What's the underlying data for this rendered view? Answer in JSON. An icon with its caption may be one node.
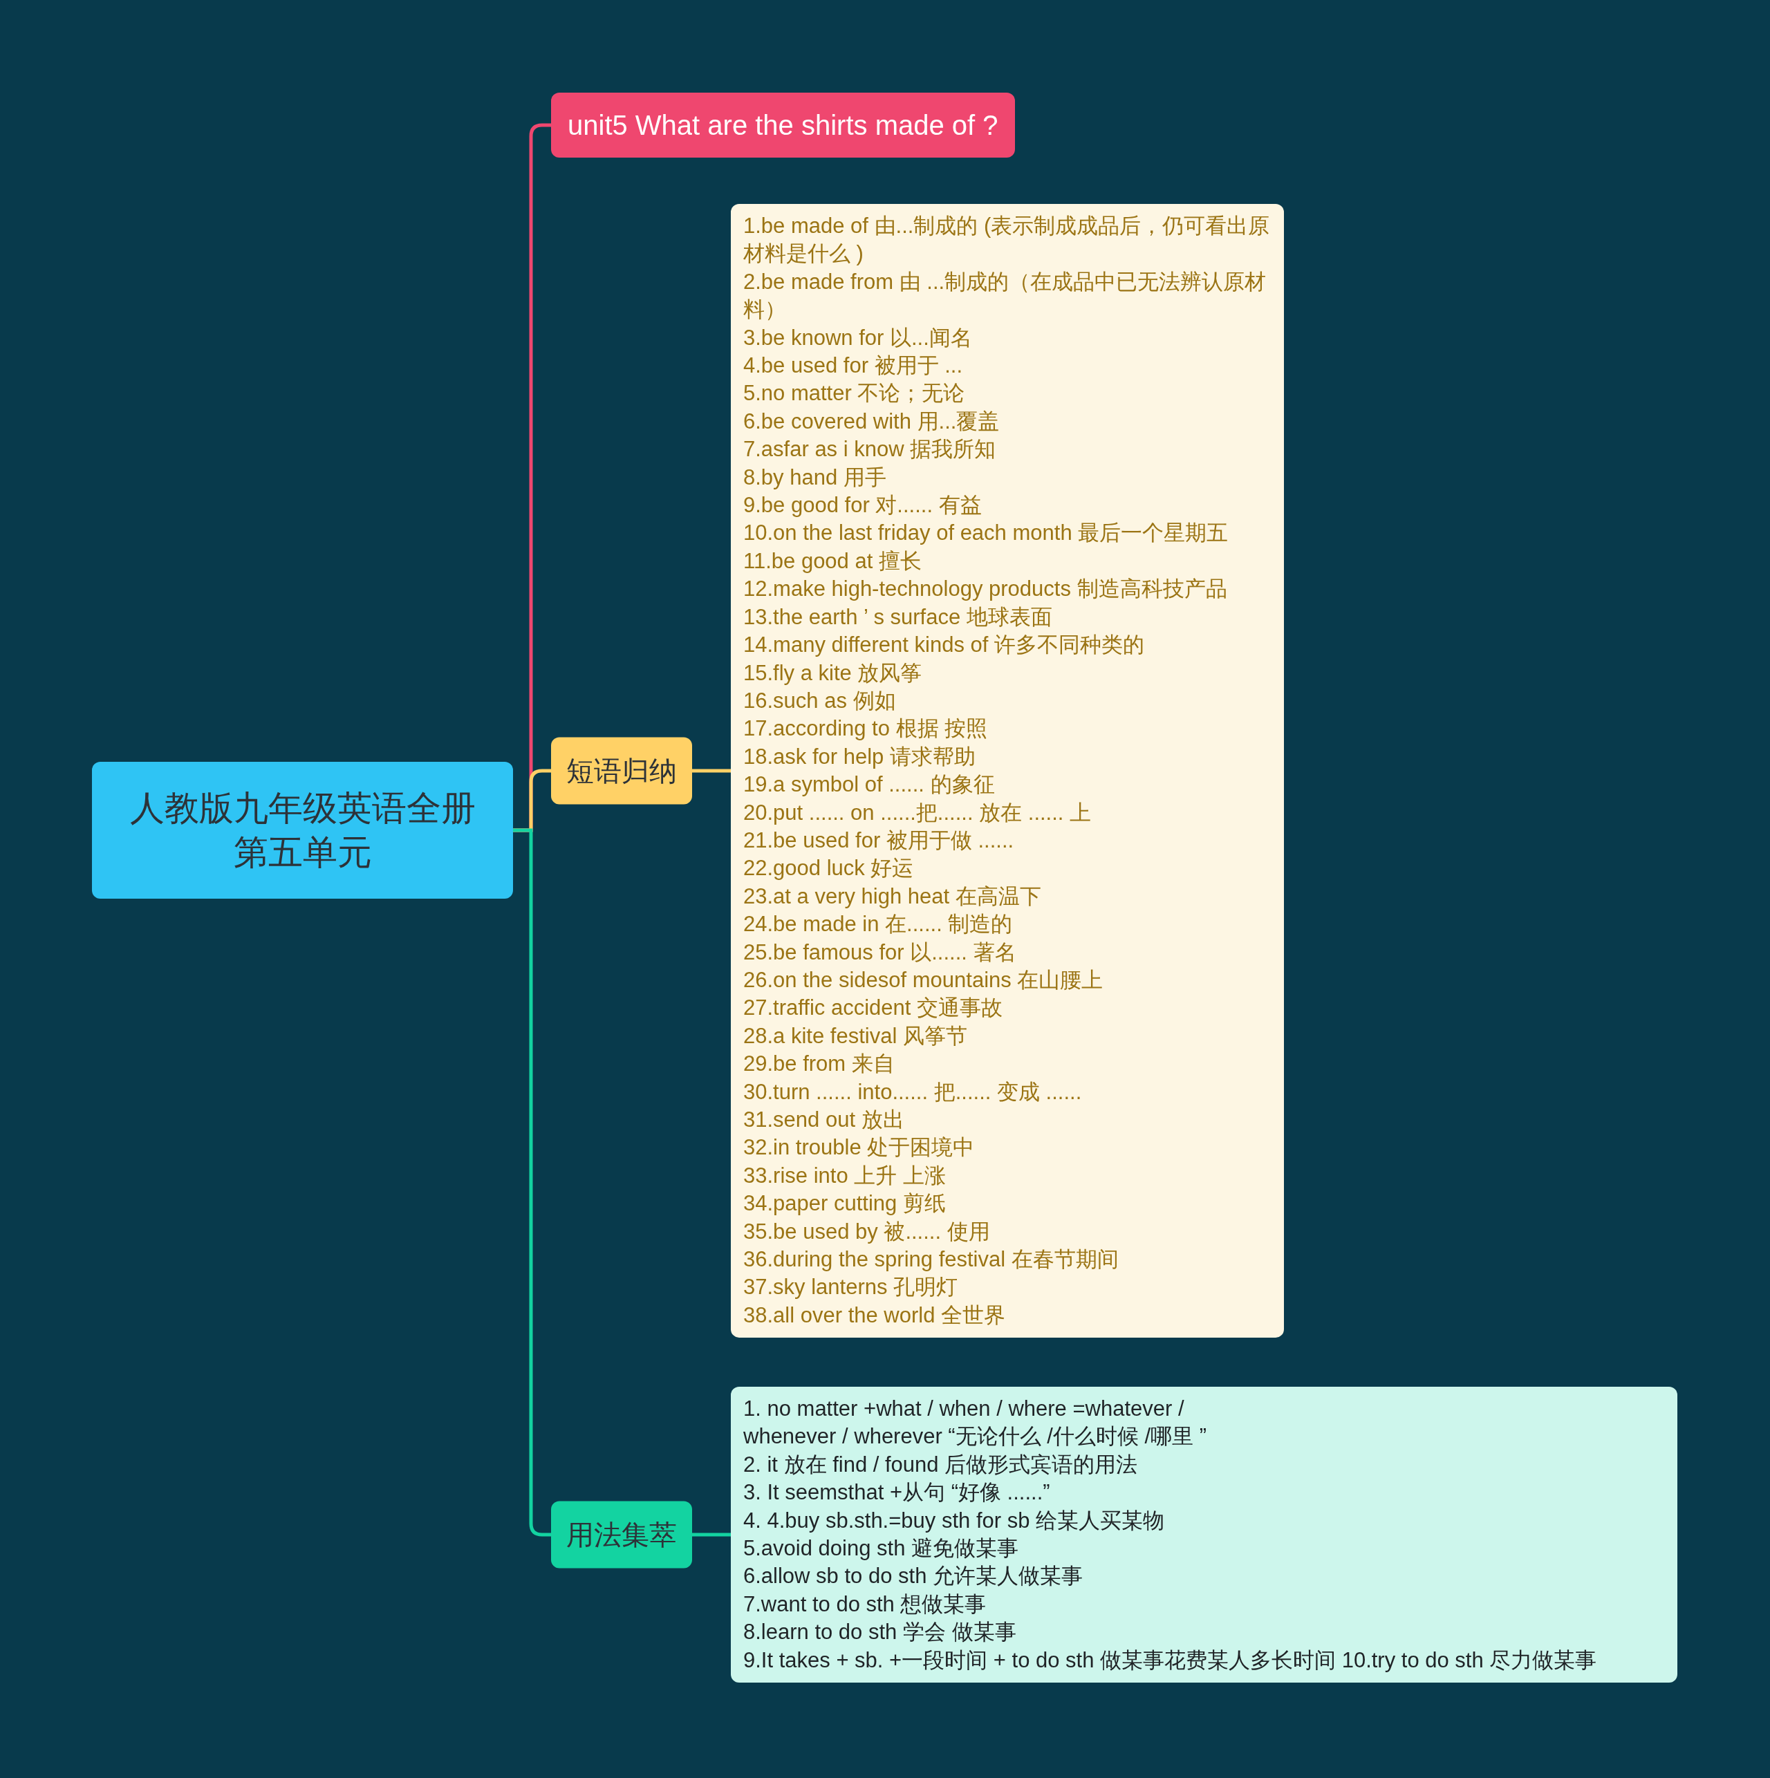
{
  "diagram": {
    "nodes": [
      {
        "text": [
          "人教版九年级英语全册第五单元"
        ]
      },
      {
        "text": [
          "unit5 What are the shirts made of ?"
        ]
      },
      {
        "text": [
          "短语归纳"
        ]
      },
      {
        "text": [
          "1.be made of 由...制成的 (表示制成成品后，仍可看出原材料是什么 )",
          "2.be made from 由 ...制成的（在成品中已无法辨认原材料）",
          "3.be known for 以...闻名",
          "4.be used for 被用于 ...",
          "5.no matter 不论；无论",
          "6.be covered with 用...覆盖",
          "7.asfar as i know 据我所知",
          "8.by hand 用手",
          "9.be good for 对...... 有益",
          "10.on the last friday of each month 最后一个星期五",
          "11.be good at 擅长",
          "12.make high-technology products 制造高科技产品",
          "13.the earth ’ s surface 地球表面",
          "14.many different kinds of 许多不同种类的",
          "15.fly a kite 放风筝",
          "16.such as 例如",
          "17.according to 根据 按照",
          "18.ask for help 请求帮助",
          "19.a symbol of ...... 的象征",
          "20.put ...... on ......把...... 放在 ...... 上",
          "21.be used for 被用于做 ......",
          "22.good luck 好运",
          "23.at a very high heat 在高温下",
          "24.be made in 在...... 制造的",
          "25.be famous for 以...... 著名",
          "26.on the sidesof mountains 在山腰上",
          "27.traffic accident 交通事故",
          "28.a kite festival 风筝节",
          "29.be from 来自",
          "30.turn ...... into...... 把...... 变成 ......",
          "31.send out 放出",
          "32.in trouble 处于困境中",
          "33.rise into 上升 上涨",
          "34.paper cutting 剪纸",
          "35.be used by 被...... 使用",
          "36.during the spring festival 在春节期间",
          "37.sky lanterns 孔明灯",
          "38.all over the world 全世界"
        ]
      },
      {
        "text": [
          "用法集萃"
        ]
      },
      {
        "text": [
          "1. no matter +what / when / where =whatever / whenever / wherever “无论什么 /什么时候 /哪里 ”",
          "2. it 放在 find / found 后做形式宾语的用法",
          "3. It seemsthat +从句 “好像 ......”",
          "4. 4.buy sb.sth.=buy sth for sb 给某人买某物",
          "5.avoid doing sth 避免做某事",
          "6.allow sb to do sth 允许某人做某事",
          "7.want to do sth 想做某事",
          "8.learn to do sth 学会 做某事",
          "9.It takes + sb. +一段时间 + to do sth 做某事花费某人多长时间 10.try to do sth 尽力做某事"
        ]
      }
    ],
    "edges": [
      {
        "from": 0,
        "to": 1,
        "arrow": "none",
        "color": "#ef476f"
      },
      {
        "from": 0,
        "to": 2,
        "arrow": "none",
        "color": "#ffd166"
      },
      {
        "from": 2,
        "to": 3,
        "arrow": "none",
        "color": "#ffd166"
      },
      {
        "from": 0,
        "to": 4,
        "arrow": "none",
        "color": "#13d3a1"
      },
      {
        "from": 4,
        "to": 5,
        "arrow": "none",
        "color": "#13d3a1"
      }
    ]
  }
}
